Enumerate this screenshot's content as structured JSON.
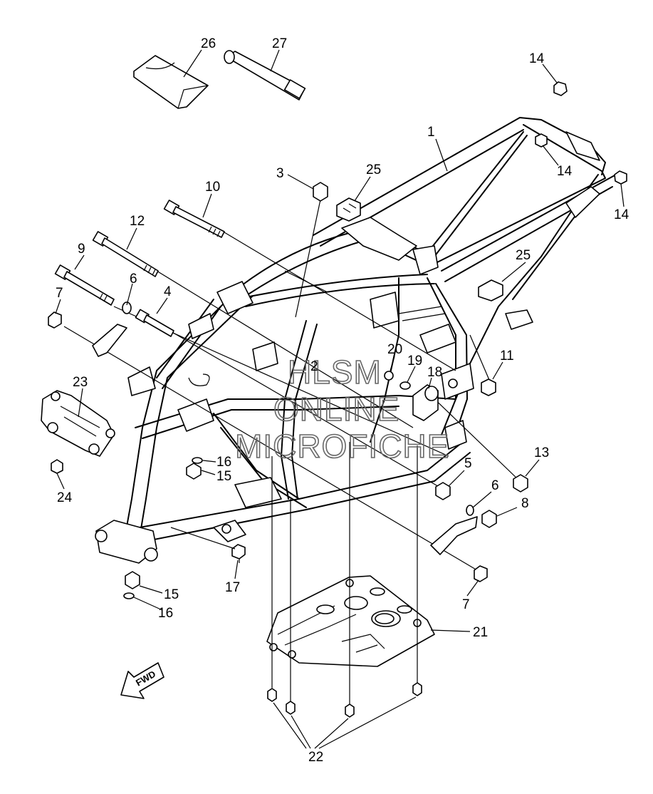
{
  "callouts": {
    "c1": "1",
    "c2": "2",
    "c3": "3",
    "c4": "4",
    "c5": "5",
    "c6a": "6",
    "c6b": "6",
    "c7a": "7",
    "c7b": "7",
    "c8": "8",
    "c9": "9",
    "c10": "10",
    "c11": "11",
    "c12": "12",
    "c13": "13",
    "c14a": "14",
    "c14b": "14",
    "c14c": "14",
    "c15a": "15",
    "c15b": "15",
    "c16a": "16",
    "c16b": "16",
    "c17": "17",
    "c18": "18",
    "c19": "19",
    "c20": "20",
    "c21": "21",
    "c22": "22",
    "c23": "23",
    "c24": "24",
    "c25a": "25",
    "c25b": "25",
    "c26": "26",
    "c27": "27"
  },
  "watermark": {
    "line1": "HLSM",
    "line2": "ONLINE",
    "line3": "MICROFICHE"
  },
  "fwd_arrow": {
    "label": "FWD"
  }
}
